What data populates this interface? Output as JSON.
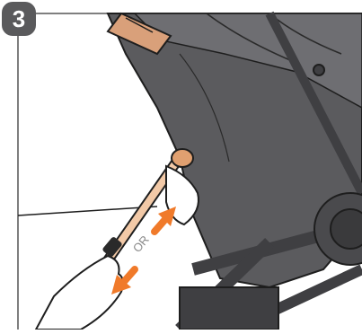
{
  "step": {
    "number": "3"
  },
  "illustration": {
    "alternative_label": "OR",
    "colors": {
      "frame_dark": "#3f3f42",
      "fabric": "#5b5b5e",
      "fabric_light": "#6e6e72",
      "strap": "#f2c9a7",
      "strap_outline": "#2a2a2a",
      "arrow": "#f07a2a",
      "outline": "#1e1e1e"
    },
    "icons": [
      "step-number-badge",
      "stroller-seat",
      "stroller-frame",
      "wheel",
      "strap-tab",
      "push-arrow",
      "pull-arrow",
      "hand"
    ]
  }
}
